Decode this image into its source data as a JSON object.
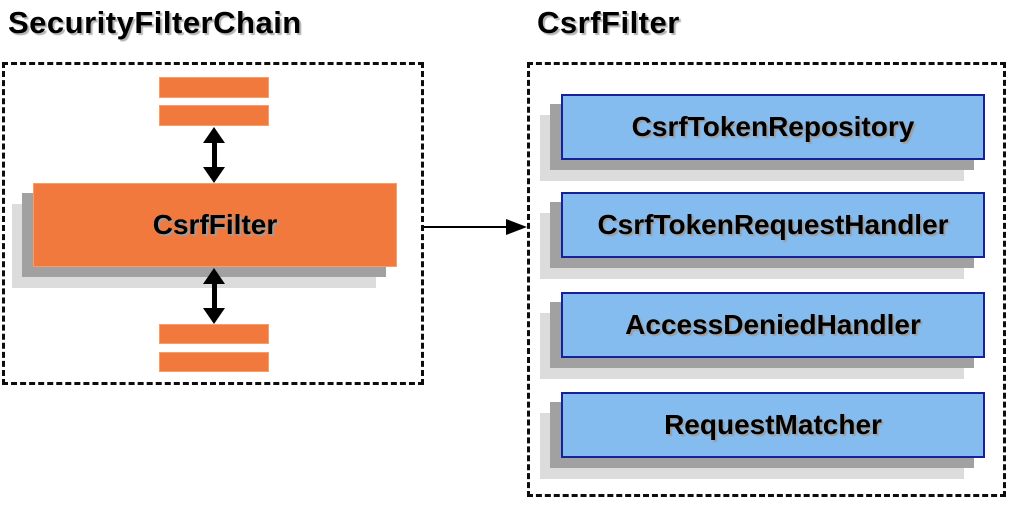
{
  "left_panel": {
    "title": "SecurityFilterChain",
    "filter_box_label": "CsrfFilter"
  },
  "right_panel": {
    "title": "CsrfFilter",
    "components": [
      "CsrfTokenRepository",
      "CsrfTokenRequestHandler",
      "AccessDeniedHandler",
      "RequestMatcher"
    ]
  },
  "colors": {
    "orange": "#f2793e",
    "orange_border": "#f59e66",
    "blue": "#85bcf0",
    "blue_border": "#17219a",
    "shadow_dark": "#a1a1a1",
    "shadow_light": "#dcdcdc",
    "arrow": "#000000",
    "dashed_border": "#0d0d0d"
  }
}
